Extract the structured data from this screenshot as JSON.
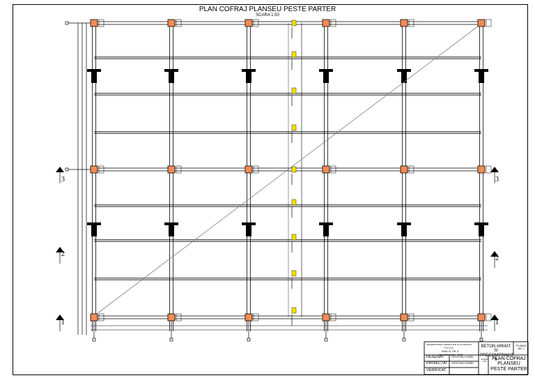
{
  "drawing": {
    "title": "PLAN COFRAJ PLANSEU PESTE PARTER",
    "scale": "SCARA 1:50"
  },
  "section_markers": [
    "1",
    "2",
    "3"
  ],
  "title_block": {
    "school_lines": [
      "UNIVERSITATEA TEHNICA DIN CLUJ-NAPOCA",
      "F.C.I.I.A.",
      "ANUL III, GR. 5",
      "AN UNIV. 2023 - 2024"
    ],
    "project_label": "BETON ARMAT SI PRECOMPRIMAT II",
    "sheet_label": "PLANSA NR. 1",
    "rows": [
      {
        "role": "DESENAT",
        "name": "CROITORU VIOREL"
      },
      {
        "role": "PROIECTAT",
        "name": "CROITORU VIOREL"
      },
      {
        "role": "VERIFICAT",
        "name": ""
      }
    ],
    "scale_small": "SCARA 1:50",
    "drawing_name": "PLAN COFRAJ PLANSEU PESTE PARTER"
  },
  "colors": {
    "line": "#000000",
    "column_fill": "#f28c55",
    "accent": "#f2e200",
    "diagonal": "#808080"
  }
}
